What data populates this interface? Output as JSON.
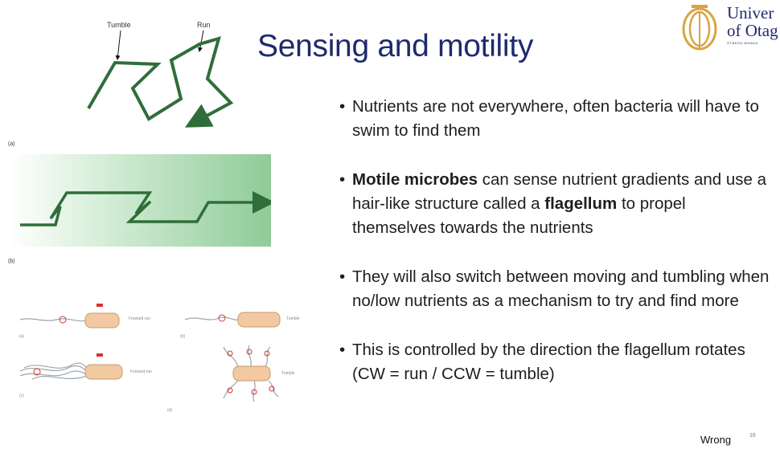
{
  "slide": {
    "title": "Sensing and motility",
    "page_number": "16",
    "annotation": "Wrong"
  },
  "logo": {
    "line1": "Univer",
    "line2": "of Otag",
    "line3": "OTĀKOU WHAKA"
  },
  "figure": {
    "labels": {
      "tumble": "Tumble",
      "run": "Run",
      "panel_a": "(a)",
      "panel_b": "(b)"
    },
    "panels": {
      "forward_run_1": "Forward run",
      "tumble_1": "Tumble",
      "forward_run_2": "Forward run",
      "tumble_2": "Tumble",
      "sub_a": "(a)",
      "sub_b": "(b)",
      "sub_c": "(c)",
      "sub_d": "(d)"
    }
  },
  "bullets": [
    {
      "parts": [
        {
          "text": "Nutrients are not everywhere, often bacteria will have to swim to find them",
          "bold": false
        }
      ]
    },
    {
      "parts": [
        {
          "text": "Motile microbes",
          "bold": true
        },
        {
          "text": " can sense nutrient gradients and use a hair-like structure called a ",
          "bold": false
        },
        {
          "text": "flagellum",
          "bold": true
        },
        {
          "text": " to propel themselves towards the nutrients",
          "bold": false
        }
      ]
    },
    {
      "parts": [
        {
          "text": "They will also switch between moving and tumbling when no/low nutrients as a mechanism to try and find more",
          "bold": false
        }
      ]
    },
    {
      "parts": [
        {
          "text": "This is controlled by the direction the flagellum rotates (CW = run / CCW = tumble)",
          "bold": false
        }
      ]
    }
  ],
  "colors": {
    "title": "#1f2a6e",
    "path_green": "#2f6e3a",
    "gradient_green": "#8fcb98",
    "cell_fill": "#f2c9a0",
    "arrow_red": "#d9322a",
    "logo_gold": "#d9a441"
  }
}
